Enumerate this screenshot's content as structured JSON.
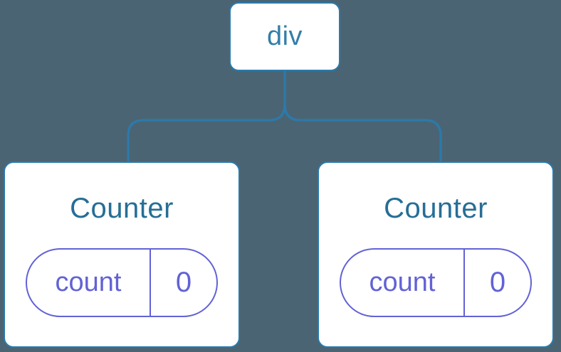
{
  "diagram": {
    "description": "React component tree diagram",
    "background": "#4b6473",
    "colors": {
      "card_background": "#ffffff",
      "line_blue": "#2b7aab",
      "root_label_blue": "#337ea9",
      "title_blue": "#266e96",
      "state_purple": "#6262d6"
    },
    "root_node": {
      "label": "div"
    },
    "children": [
      {
        "title": "Counter",
        "state": {
          "name": "count",
          "value": "0"
        }
      },
      {
        "title": "Counter",
        "state": {
          "name": "count",
          "value": "0"
        }
      }
    ]
  }
}
